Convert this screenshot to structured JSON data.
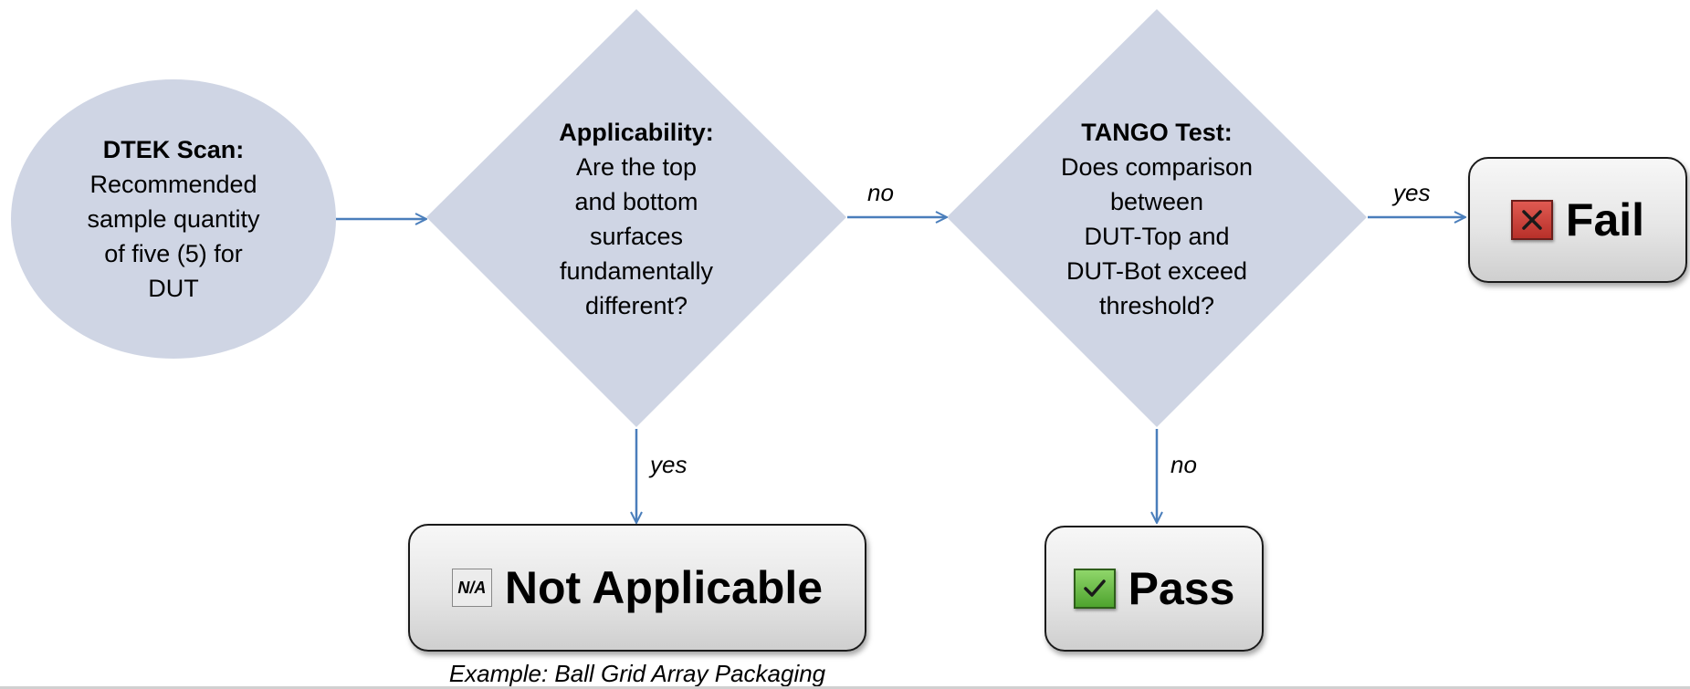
{
  "colors": {
    "shape_fill": "#cfd5e4",
    "arrow": "#4a7ebb",
    "box_border": "#1a1a1a",
    "fail_icon": "#c0392b",
    "pass_icon": "#5cb83a"
  },
  "nodes": {
    "start": {
      "title": "DTEK Scan:",
      "lines": [
        "Recommended",
        "sample quantity",
        "of five (5) for",
        "DUT"
      ]
    },
    "applicability": {
      "title": "Applicability:",
      "lines": [
        "Are the top",
        "and bottom",
        "surfaces",
        "fundamentally",
        "different?"
      ]
    },
    "tango": {
      "title": "TANGO Test:",
      "lines": [
        "Does comparison",
        "between",
        "DUT-Top and",
        "DUT-Bot exceed",
        "threshold?"
      ]
    }
  },
  "edges": {
    "applicability_no": "no",
    "applicability_yes": "yes",
    "tango_yes": "yes",
    "tango_no": "no"
  },
  "results": {
    "fail": {
      "label": "Fail",
      "icon": "x-icon"
    },
    "pass": {
      "label": "Pass",
      "icon": "check-icon"
    },
    "not_applicable": {
      "label": "Not Applicable",
      "icon_text": "N/A",
      "icon": "na-icon"
    }
  },
  "caption": "Example:  Ball Grid Array Packaging"
}
